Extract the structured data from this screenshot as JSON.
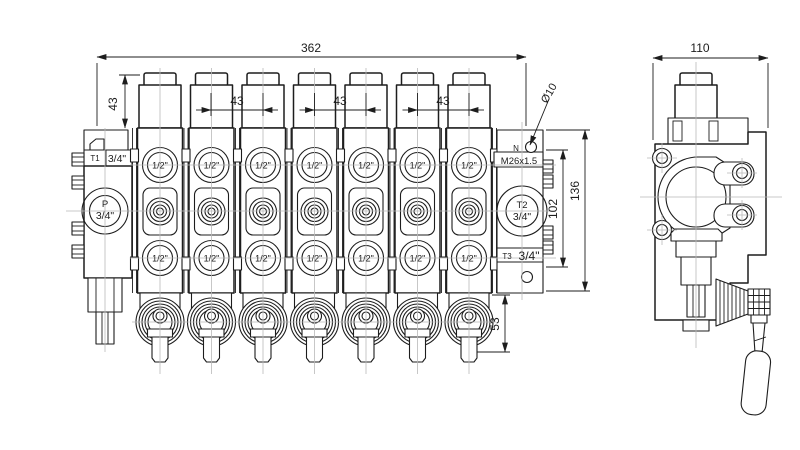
{
  "title": "Hydraulic sectional directional control valve - 7 sections (technical drawing)",
  "colors": {
    "background": "#ffffff",
    "line": "#1d1d1d",
    "centerline": "#b9b9b9"
  },
  "front_view": {
    "dims": {
      "overall_width": "362",
      "cap_height": "43",
      "pitch": [
        "43",
        "43",
        "43"
      ],
      "hole_dia": "Ø10",
      "port_span": "102",
      "total_height": "136",
      "lever_height": "53"
    },
    "inlet": {
      "t1_label": "T1",
      "t1_size": "3/4\"",
      "p_label": "P",
      "p_size": "3/4\""
    },
    "end_cap": {
      "n_label": "N",
      "thread_label": "M26x1.5",
      "t2_label": "T2",
      "t2_size": "3/4\"",
      "t3_label": "T3",
      "t3_size": "3/4\""
    },
    "sections": [
      {
        "top_port": "1/2\"",
        "bottom_port": "1/2\""
      },
      {
        "top_port": "1/2\"",
        "bottom_port": "1/2\""
      },
      {
        "top_port": "1/2\"",
        "bottom_port": "1/2\""
      },
      {
        "top_port": "1/2\"",
        "bottom_port": "1/2\""
      },
      {
        "top_port": "1/2\"",
        "bottom_port": "1/2\""
      },
      {
        "top_port": "1/2\"",
        "bottom_port": "1/2\""
      },
      {
        "top_port": "1/2\"",
        "bottom_port": "1/2\""
      }
    ]
  },
  "side_view": {
    "dims": {
      "overall_width": "110"
    }
  }
}
